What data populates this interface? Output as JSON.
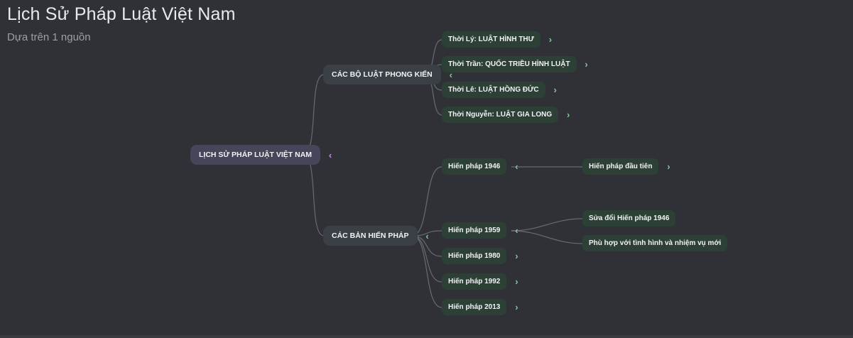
{
  "header": {
    "title": "Lịch Sử Pháp Luật Việt Nam",
    "subtitle": "Dựa trên 1 nguồn",
    "source_count": 1
  },
  "colors": {
    "background": "#2f3136",
    "root_node_bg": "#45465a",
    "branch_node_bg": "#3a4046",
    "leaf_node_bg": "#2d4036",
    "root_toggle": "#c58af9",
    "branch_toggle": "#81c995",
    "connector": "#8b9097",
    "title_text": "#e8eaed",
    "subtitle_text": "#9aa0a6",
    "node_text": "#f1f3f4"
  },
  "mindmap": {
    "root": {
      "label": "LỊCH SỬ PHÁP LUẬT VIỆT NAM",
      "state": "expanded",
      "toggle_glyph": "‹"
    },
    "branches": [
      {
        "label": "CÁC BỘ LUẬT PHONG KIẾN",
        "state": "expanded",
        "toggle_glyph": "‹",
        "children": [
          {
            "label": "Thời Lý: LUẬT HÌNH THƯ",
            "state": "collapsed",
            "toggle_glyph": "›"
          },
          {
            "label": "Thời Trần: QUỐC TRIỀU HÌNH LUẬT",
            "state": "collapsed",
            "toggle_glyph": "›"
          },
          {
            "label": "Thời Lê: LUẬT HỒNG ĐỨC",
            "state": "collapsed",
            "toggle_glyph": "›"
          },
          {
            "label": "Thời Nguyễn: LUẬT GIA LONG",
            "state": "collapsed",
            "toggle_glyph": "›"
          }
        ]
      },
      {
        "label": "CÁC BẢN HIẾN PHÁP",
        "state": "expanded",
        "toggle_glyph": "‹",
        "children": [
          {
            "label": "Hiến pháp 1946",
            "state": "expanded",
            "toggle_glyph": "‹",
            "children": [
              {
                "label": "Hiến pháp đầu tiên",
                "state": "collapsed",
                "toggle_glyph": "›"
              }
            ]
          },
          {
            "label": "Hiến pháp 1959",
            "state": "expanded",
            "toggle_glyph": "‹",
            "children": [
              {
                "label": "Sửa đổi Hiến pháp 1946"
              },
              {
                "label": "Phù hợp với tình hình và nhiệm vụ mới"
              }
            ]
          },
          {
            "label": "Hiến pháp 1980",
            "state": "collapsed",
            "toggle_glyph": "›"
          },
          {
            "label": "Hiến pháp 1992",
            "state": "collapsed",
            "toggle_glyph": "›"
          },
          {
            "label": "Hiến pháp 2013",
            "state": "collapsed",
            "toggle_glyph": "›"
          }
        ]
      }
    ]
  }
}
